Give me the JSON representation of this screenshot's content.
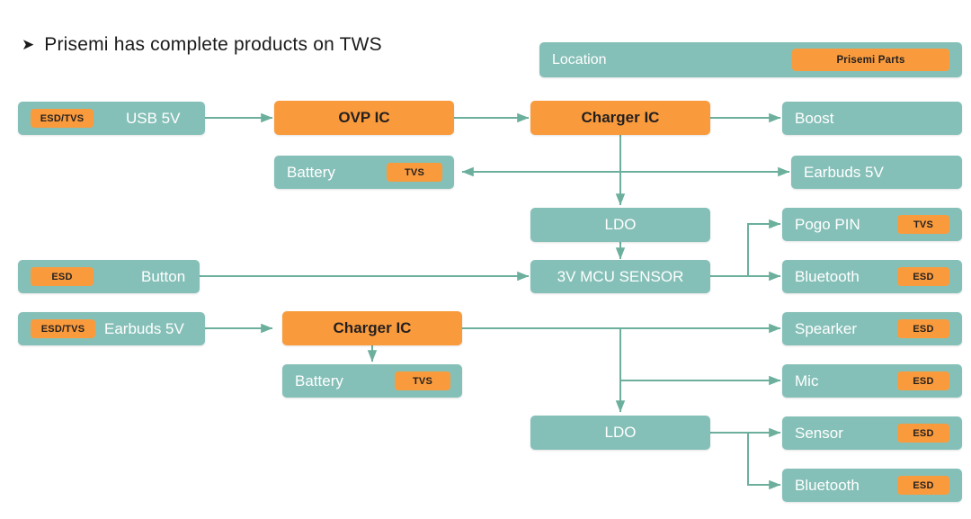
{
  "title": {
    "bullet": "➤",
    "text": "Prisemi has complete products on TWS"
  },
  "legend": {
    "location_label": "Location",
    "parts_label": "Prisemi Parts"
  },
  "colors": {
    "teal": "#85C0B8",
    "orange": "#F99B3C",
    "line": "#6BAF9C",
    "text_light": "#FFFFFF",
    "text_dark": "#231F20"
  },
  "blocks": {
    "usb5v": {
      "label": "USB 5V",
      "chip": "ESD/TVS",
      "kind": "teal"
    },
    "ovp_ic": {
      "label": "OVP IC",
      "kind": "orange"
    },
    "charger_ic_1": {
      "label": "Charger IC",
      "kind": "orange"
    },
    "boost": {
      "label": "Boost",
      "kind": "teal"
    },
    "battery_1": {
      "label": "Battery",
      "chip": "TVS",
      "kind": "teal"
    },
    "earbuds5v_r": {
      "label": "Earbuds 5V",
      "kind": "teal"
    },
    "ldo_1": {
      "label": "LDO",
      "kind": "teal"
    },
    "pogo_pin": {
      "label": "Pogo PIN",
      "chip": "TVS",
      "kind": "teal"
    },
    "button": {
      "label": "Button",
      "chip": "ESD",
      "kind": "teal"
    },
    "mcu": {
      "label": "3V MCU SENSOR",
      "kind": "teal"
    },
    "bluetooth_1": {
      "label": "Bluetooth",
      "chip": "ESD",
      "kind": "teal"
    },
    "earbuds5v_l": {
      "label": "Earbuds 5V",
      "chip": "ESD/TVS",
      "kind": "teal"
    },
    "charger_ic_2": {
      "label": "Charger IC",
      "kind": "orange"
    },
    "spearker": {
      "label": "Spearker",
      "chip": "ESD",
      "kind": "teal"
    },
    "battery_2": {
      "label": "Battery",
      "chip": "TVS",
      "kind": "teal"
    },
    "mic": {
      "label": "Mic",
      "chip": "ESD",
      "kind": "teal"
    },
    "ldo_2": {
      "label": "LDO",
      "kind": "teal"
    },
    "sensor": {
      "label": "Sensor",
      "chip": "ESD",
      "kind": "teal"
    },
    "bluetooth_2": {
      "label": "Bluetooth",
      "chip": "ESD",
      "kind": "teal"
    }
  }
}
